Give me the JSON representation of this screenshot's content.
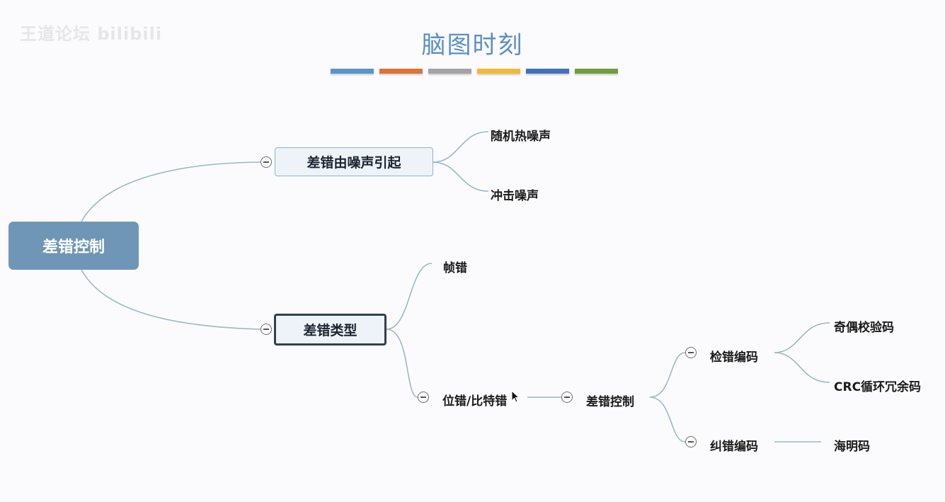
{
  "watermark": "王道论坛 bilibili",
  "title": "脑图时刻",
  "bars": [
    "#5c93c8",
    "#dd7435",
    "#a3a3a3",
    "#f4b833",
    "#4470b9",
    "#6f9e3f"
  ],
  "mindmap": {
    "root": "差错控制",
    "branch_noise": {
      "label": "差错由噪声引起",
      "children": [
        "随机热噪声",
        "冲击噪声"
      ]
    },
    "branch_types": {
      "label": "差错类型",
      "frame_error": "帧错",
      "bit_error": "位错/比特错",
      "control": "差错控制",
      "detect": {
        "label": "检错编码",
        "children": [
          "奇偶校验码",
          "CRC循环冗余码"
        ]
      },
      "correct": {
        "label": "纠错编码",
        "children": [
          "海明码"
        ]
      }
    }
  }
}
